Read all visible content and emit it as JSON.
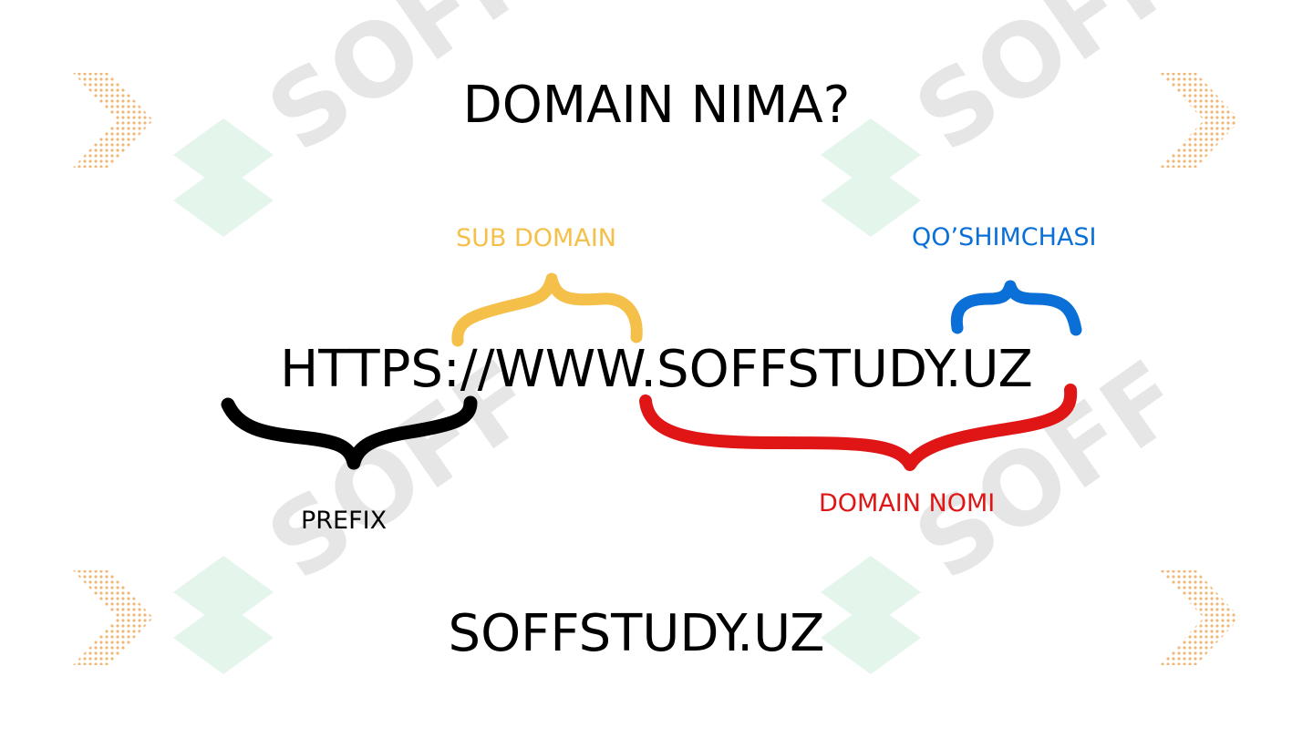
{
  "title": "DOMAIN NIMA?",
  "url": "HTTPS://WWW.SOFFSTUDY.UZ",
  "footer": "SOFFSTUDY.UZ",
  "labels": {
    "sub_domain": "SUB DOMAIN",
    "suffix": "QO’SHIMCHASI",
    "prefix": "PREFIX",
    "domain_name": "DOMAIN NOMI"
  },
  "colors": {
    "sub_domain": "#f5c04a",
    "suffix": "#0a6fd6",
    "prefix": "#000000",
    "domain_name": "#e01515",
    "watermark_green": "#e4f5ec",
    "watermark_grey": "#e6e6e6",
    "arrow_orange": "#f0b878"
  },
  "watermark": {
    "text": "SOFF",
    "icons": [
      "soff-logo-icon",
      "chevron-dots-icon"
    ]
  }
}
